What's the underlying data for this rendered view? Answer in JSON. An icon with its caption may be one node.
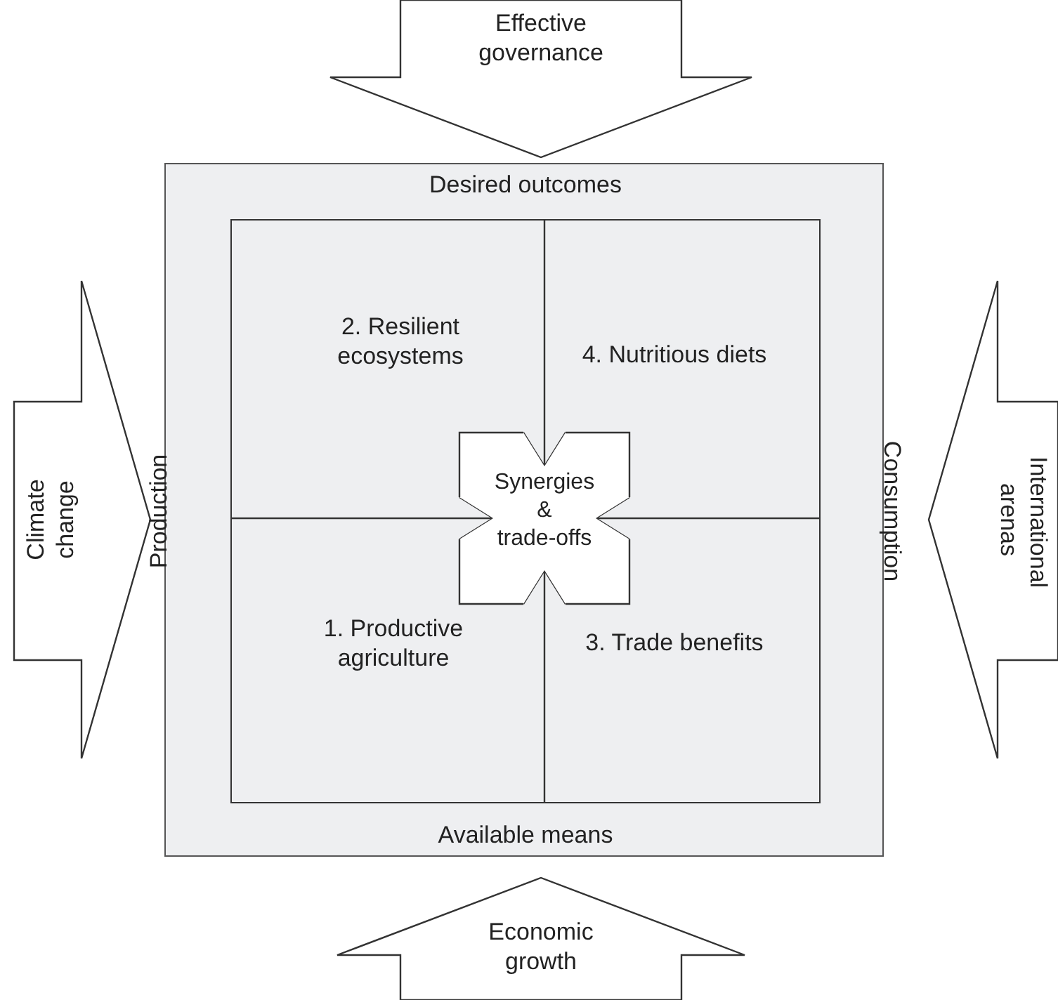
{
  "diagram": {
    "nodes": [
      {
        "text": [
          "Desired outcomes",
          "Production",
          "Consumption",
          "Available means"
        ]
      },
      {
        "text": [],
        "shape": "box",
        "in": 0
      },
      {
        "text": [
          "2. Resilient ecosystems"
        ],
        "in": 1
      },
      {
        "text": [
          "4. Nutritious diets"
        ],
        "in": 1
      },
      {
        "text": [
          "1. Productive agriculture"
        ],
        "in": 1
      },
      {
        "text": [
          "3. Trade benefits"
        ],
        "in": 1
      },
      {
        "text": [
          "Synergies & trade-offs"
        ],
        "in": 1
      },
      {
        "text": [
          "Effective governance"
        ]
      },
      {
        "text": [
          "Climate change"
        ]
      },
      {
        "text": [
          "International arenas"
        ]
      },
      {
        "text": [
          "Economic growth"
        ]
      }
    ],
    "edges": [
      {
        "from": 1,
        "to": 6,
        "arrow": "to"
      },
      {
        "from": 1,
        "to": 6,
        "arrow": "to"
      },
      {
        "from": 1,
        "to": 6,
        "arrow": "to"
      },
      {
        "from": 1,
        "to": 6,
        "arrow": "to"
      }
    ]
  }
}
